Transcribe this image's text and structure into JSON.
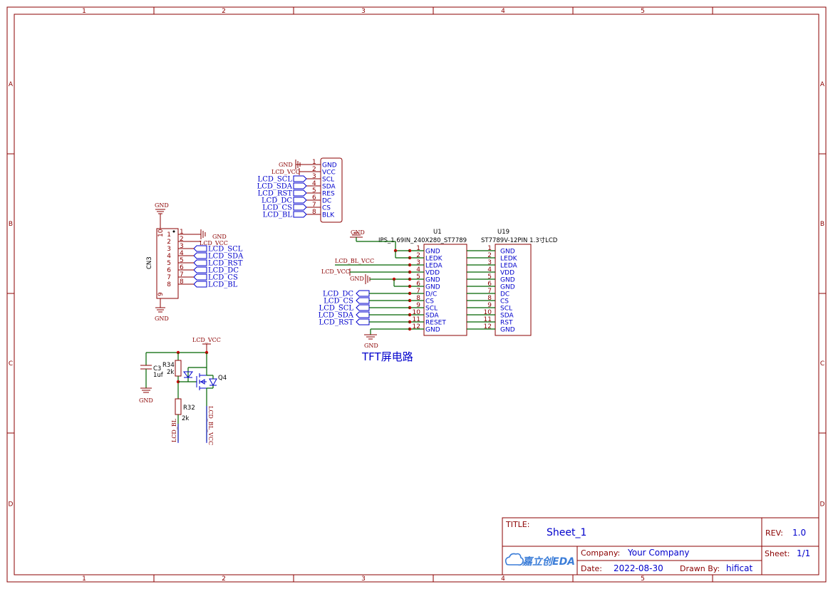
{
  "frame": {
    "columns": [
      "1",
      "2",
      "3",
      "4",
      "5"
    ],
    "rows": [
      "A",
      "B",
      "C",
      "D"
    ]
  },
  "cn3": {
    "designator": "CN3",
    "pins": [
      {
        "num": "1",
        "net": ""
      },
      {
        "num": "2",
        "net": ""
      },
      {
        "num": "3",
        "net": "LCD_SCL"
      },
      {
        "num": "4",
        "net": "LCD_SDA"
      },
      {
        "num": "5",
        "net": "LCD_RST"
      },
      {
        "num": "6",
        "net": "LCD_DC"
      },
      {
        "num": "7",
        "net": "LCD_CS"
      },
      {
        "num": "8",
        "net": "LCD_BL"
      }
    ],
    "mount_pins": [
      "10",
      "9"
    ],
    "pin1_power": "GND",
    "pin2_power": "LCD_VCC",
    "top_gnd": "GND",
    "bottom_gnd": "GND"
  },
  "header8": {
    "pins": [
      {
        "num": "1",
        "name": "GND",
        "net": "GND"
      },
      {
        "num": "2",
        "name": "VCC",
        "net": "LCD_VCC"
      },
      {
        "num": "3",
        "name": "SCL",
        "net": "LCD_SCL"
      },
      {
        "num": "4",
        "name": "SDA",
        "net": "LCD_SDA"
      },
      {
        "num": "5",
        "name": "RES",
        "net": "LCD_RST"
      },
      {
        "num": "6",
        "name": "DC",
        "net": "LCD_DC"
      },
      {
        "num": "7",
        "name": "CS",
        "net": "LCD_CS"
      },
      {
        "num": "8",
        "name": "BLK",
        "net": "LCD_BL"
      }
    ]
  },
  "u1": {
    "designator": "U1",
    "value": "IPS_1.69IN_240X280_ST7789",
    "pins": [
      {
        "num": "1",
        "name": "GND"
      },
      {
        "num": "2",
        "name": "LEDK"
      },
      {
        "num": "3",
        "name": "LEDA"
      },
      {
        "num": "4",
        "name": "VDD"
      },
      {
        "num": "5",
        "name": "GND"
      },
      {
        "num": "6",
        "name": "GND"
      },
      {
        "num": "7",
        "name": "D/C"
      },
      {
        "num": "8",
        "name": "CS"
      },
      {
        "num": "9",
        "name": "SCL"
      },
      {
        "num": "10",
        "name": "SDA"
      },
      {
        "num": "11",
        "name": "RESET"
      },
      {
        "num": "12",
        "name": "GND"
      }
    ],
    "left_nets": {
      "gnd_top": "GND",
      "bl_vcc": "LCD_BL_VCC",
      "vcc": "LCD_VCC",
      "gnd_mid": "GND",
      "gnd_bottom": "GND"
    },
    "signal_nets": [
      "LCD_DC",
      "LCD_CS",
      "LCD_SCL",
      "LCD_SDA",
      "LCD_RST"
    ]
  },
  "u19": {
    "designator": "U19",
    "value": "ST7789V-12PIN 1.3寸LCD",
    "pins": [
      {
        "num": "1",
        "name": "GND"
      },
      {
        "num": "2",
        "name": "LEDK"
      },
      {
        "num": "3",
        "name": "LEDA"
      },
      {
        "num": "4",
        "name": "VDD"
      },
      {
        "num": "5",
        "name": "GND"
      },
      {
        "num": "6",
        "name": "GND"
      },
      {
        "num": "7",
        "name": "DC"
      },
      {
        "num": "8",
        "name": "CS"
      },
      {
        "num": "9",
        "name": "SCL"
      },
      {
        "num": "10",
        "name": "SDA"
      },
      {
        "num": "11",
        "name": "RST"
      },
      {
        "num": "12",
        "name": "GND"
      }
    ]
  },
  "section_title": "TFT屏电路",
  "backlight": {
    "vcc_net": "LCD_VCC",
    "c3": {
      "designator": "C3",
      "value": "1uf"
    },
    "r34": {
      "designator": "R34",
      "value": "2k"
    },
    "r32": {
      "designator": "R32",
      "value": "2k"
    },
    "q4": {
      "designator": "Q4"
    },
    "gnd": "GND",
    "bl_net": "LCD_BL",
    "bl_vcc_net": "LCD_BL_VCC"
  },
  "title_block": {
    "title_label": "TITLE:",
    "title": "Sheet_1",
    "rev_label": "REV:",
    "rev": "1.0",
    "logo_text": "嘉立创EDA",
    "company_label": "Company:",
    "company": "Your Company",
    "sheet_label": "Sheet:",
    "sheet": "1/1",
    "date_label": "Date:",
    "date": "2022-08-30",
    "drawn_label": "Drawn By:",
    "drawn_by": "hificat"
  },
  "colors": {
    "frame": "#8b0000",
    "pin_name": "#0000cc",
    "wire": "#006400",
    "junction": "#cc0000"
  }
}
